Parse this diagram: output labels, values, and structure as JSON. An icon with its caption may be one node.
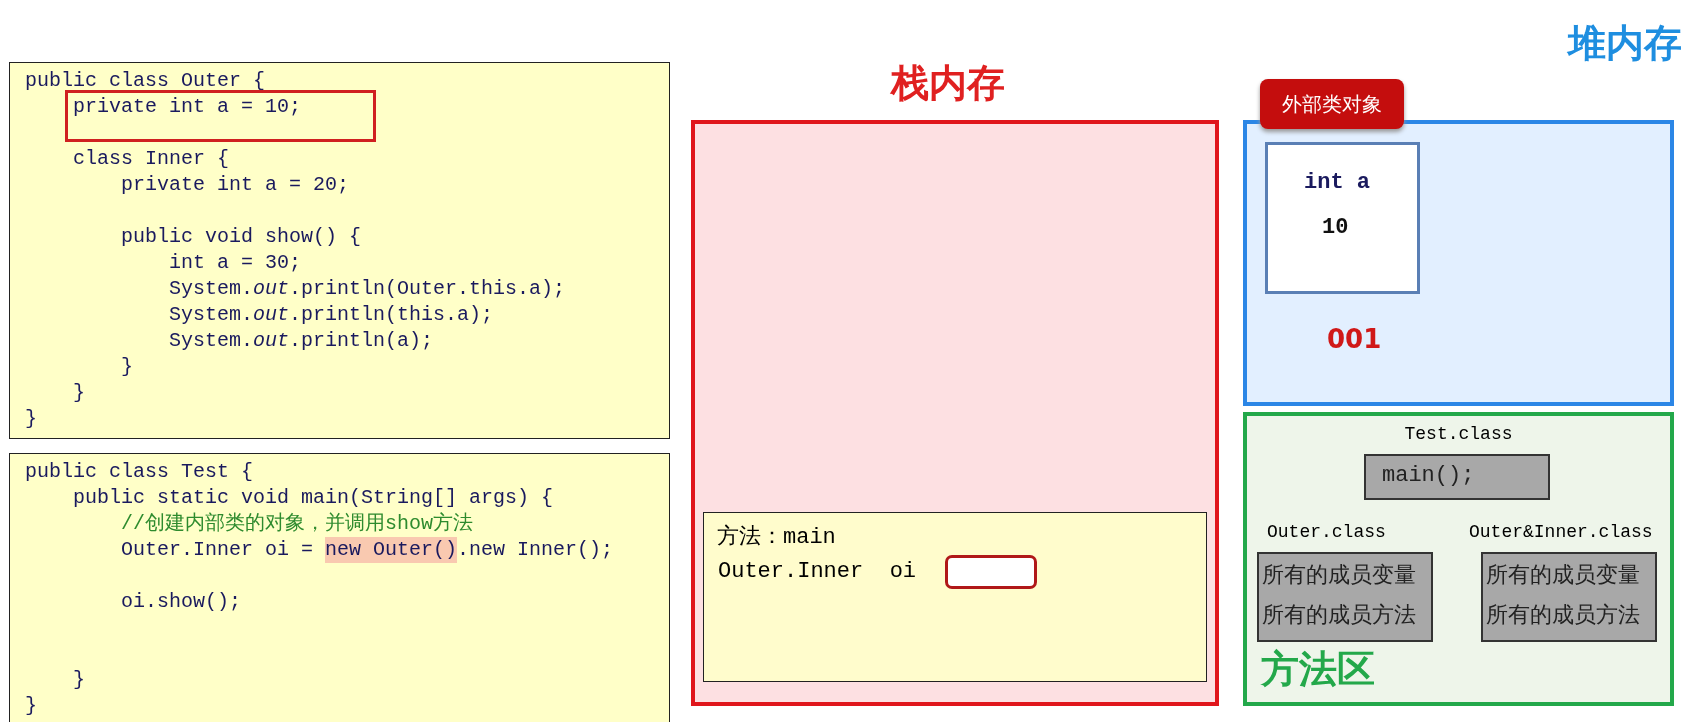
{
  "diagram": {
    "nodes": [
      {
        "text": [
          "public class Outer {",
          "private int a = 10;",
          "class Inner {",
          "private int a = 20;",
          "public void show() {",
          "int a = 30;",
          "System.*out*.println(Outer.this.a);",
          "System.*out*.println(this.a);",
          "System.*out*.println(a);",
          "}",
          "}",
          "}"
        ]
      },
      {
        "text": [
          "public class Test {",
          "public static void main(String[] args) {",
          "//创建内部类的对象，并调用show方法",
          "Outer.Inner oi = new Outer().new Inner();",
          "oi.show();",
          "}",
          "}"
        ]
      },
      {
        "text": [
          "栈内存"
        ]
      },
      {
        "text": [
          "方法：main",
          "Outer.Inner  oi"
        ],
        "in": 2
      },
      {
        "text": [],
        "shape": "box",
        "in": 3
      },
      {
        "text": [
          "堆内存"
        ]
      },
      {
        "text": [
          "外部类对象"
        ]
      },
      {
        "text": [
          "int a",
          "10"
        ],
        "in": 5
      },
      {
        "text": [
          "方法区"
        ]
      },
      {
        "text": [
          "Test.class",
          "main();"
        ],
        "in": 8
      },
      {
        "text": [
          "Outer.class",
          "所有的成员变量",
          "所有的成员方法"
        ],
        "in": 8
      },
      {
        "text": [
          "Outer&Inner.class",
          "所有的成员变量",
          "所有的成员方法"
        ],
        "in": 8
      }
    ],
    "labels": [
      "001"
    ]
  }
}
